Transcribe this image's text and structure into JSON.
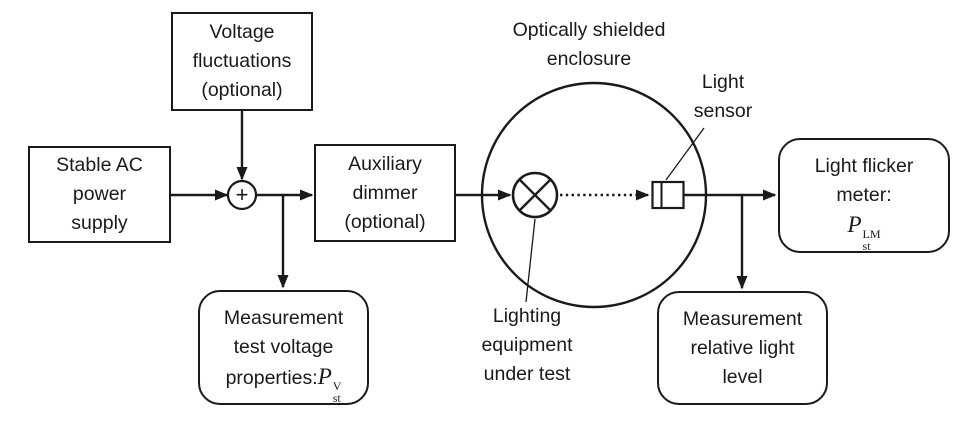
{
  "colors": {
    "ink": "#1a1a1a",
    "background": "#ffffff"
  },
  "boxes": {
    "stable_ac": {
      "label": "Stable AC\npower\nsupply"
    },
    "voltage_fluctuations": {
      "label": "Voltage\nfluctuations\n(optional)"
    },
    "auxiliary_dimmer": {
      "label": "Auxiliary\ndimmer\n(optional)"
    },
    "measurement_test_voltage": {
      "lines": "Measurement\ntest voltage",
      "formula_prefix": "properties:",
      "formula": {
        "base": "P",
        "sup": "V",
        "sub": "st"
      }
    },
    "light_flicker_meter": {
      "lines": "Light flicker\nmeter:",
      "formula": {
        "base": "P",
        "sup": "LM",
        "sub": "st"
      }
    },
    "measurement_relative_light": {
      "label": "Measurement\nrelative light\nlevel"
    }
  },
  "labels": {
    "enclosure": "Optically shielded\nenclosure",
    "light_sensor": "Light\nsensor",
    "lighting_equipment": "Lighting\nequipment\nunder test",
    "summing_plus": "+"
  },
  "icons": {
    "lamp": "lamp-circle-x-icon",
    "sensor": "photodiode-icon",
    "summing_junction": "plus-circle-icon"
  }
}
